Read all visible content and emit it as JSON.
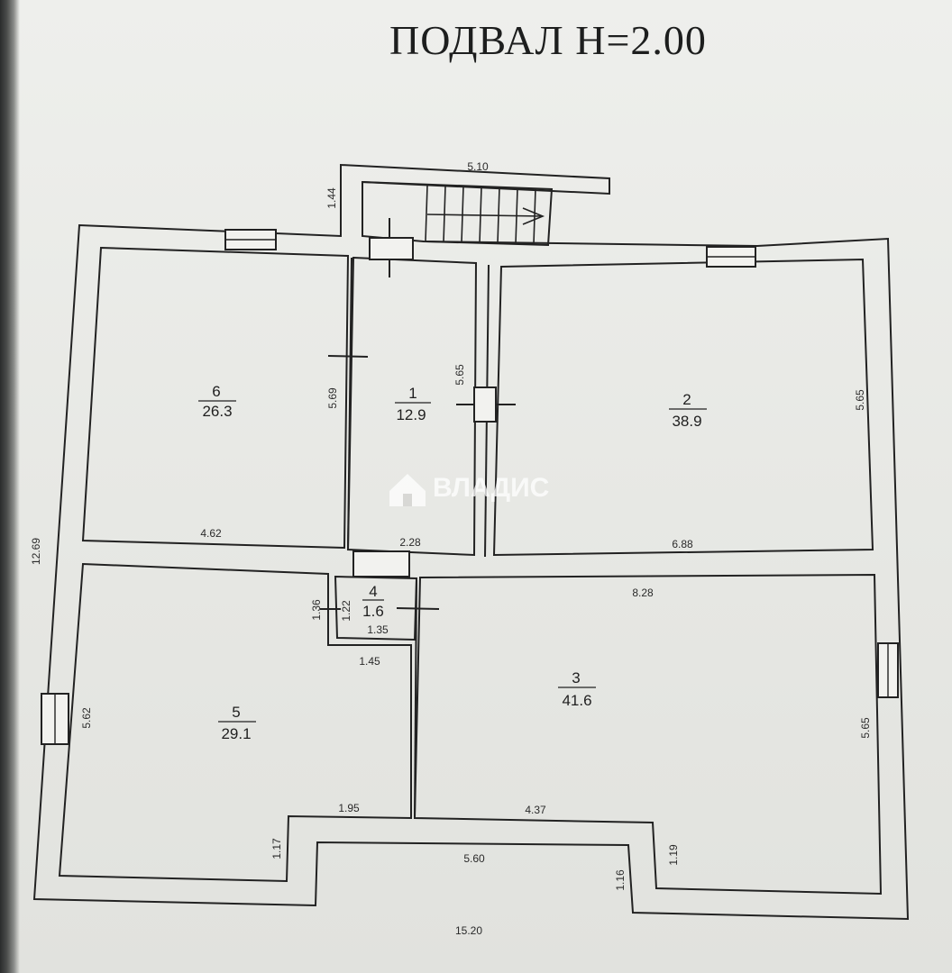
{
  "title": "ПОДВАЛ  Н=2.00",
  "watermark": "ВЛАДИС",
  "rooms": [
    {
      "number": "1",
      "area": "12.9"
    },
    {
      "number": "2",
      "area": "38.9"
    },
    {
      "number": "3",
      "area": "41.6"
    },
    {
      "number": "4",
      "area": "1.6"
    },
    {
      "number": "5",
      "area": "29.1"
    },
    {
      "number": "6",
      "area": "26.3"
    }
  ],
  "dimensions": {
    "stair_width": "5.10",
    "stair_depth": "1.44",
    "total_depth": "12.69",
    "total_width": "15.20",
    "room6_height": "5.69",
    "room6_width": "4.62",
    "room1_height": "5.65",
    "room1_width": "2.28",
    "room2_height": "5.65",
    "room2_width": "6.88",
    "room3_width": "8.28",
    "room3_height": "5.65",
    "room3_bottom": "4.37",
    "room3_step": "1.19",
    "room4_outer": "1.36",
    "room4_inner": "1.22",
    "room4_width": "1.35",
    "room5_top": "1.45",
    "room5_height": "5.62",
    "room5_bottom": "1.95",
    "room5_step": "1.17",
    "notch_width": "5.60",
    "notch_step": "1.16"
  }
}
